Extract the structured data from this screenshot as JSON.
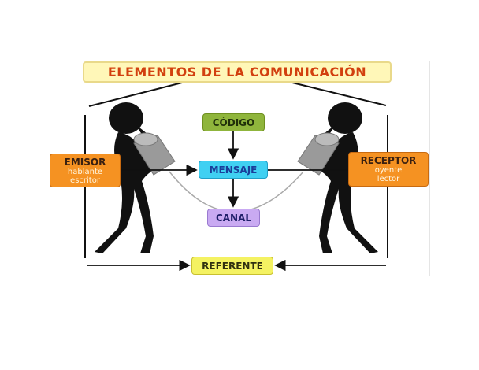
{
  "title": "ELEMENTOS DE LA COMUNICACIÓN",
  "nodes": {
    "codigo": "CÓDIGO",
    "mensaje": "MENSAJE",
    "canal": "CANAL",
    "referente": "REFERENTE",
    "emisor": {
      "label": "EMISOR",
      "lines": [
        "hablante",
        "escritor"
      ]
    },
    "receptor": {
      "label": "RECEPTOR",
      "lines": [
        "oyente",
        "lector"
      ]
    }
  },
  "colors": {
    "title_bg": "#fff7b8",
    "title_text": "#d2400f",
    "codigo": "#8fb53c",
    "mensaje": "#40d0f2",
    "canal": "#c9aaf2",
    "referente": "#f4f262",
    "emisor": "#f59222"
  }
}
